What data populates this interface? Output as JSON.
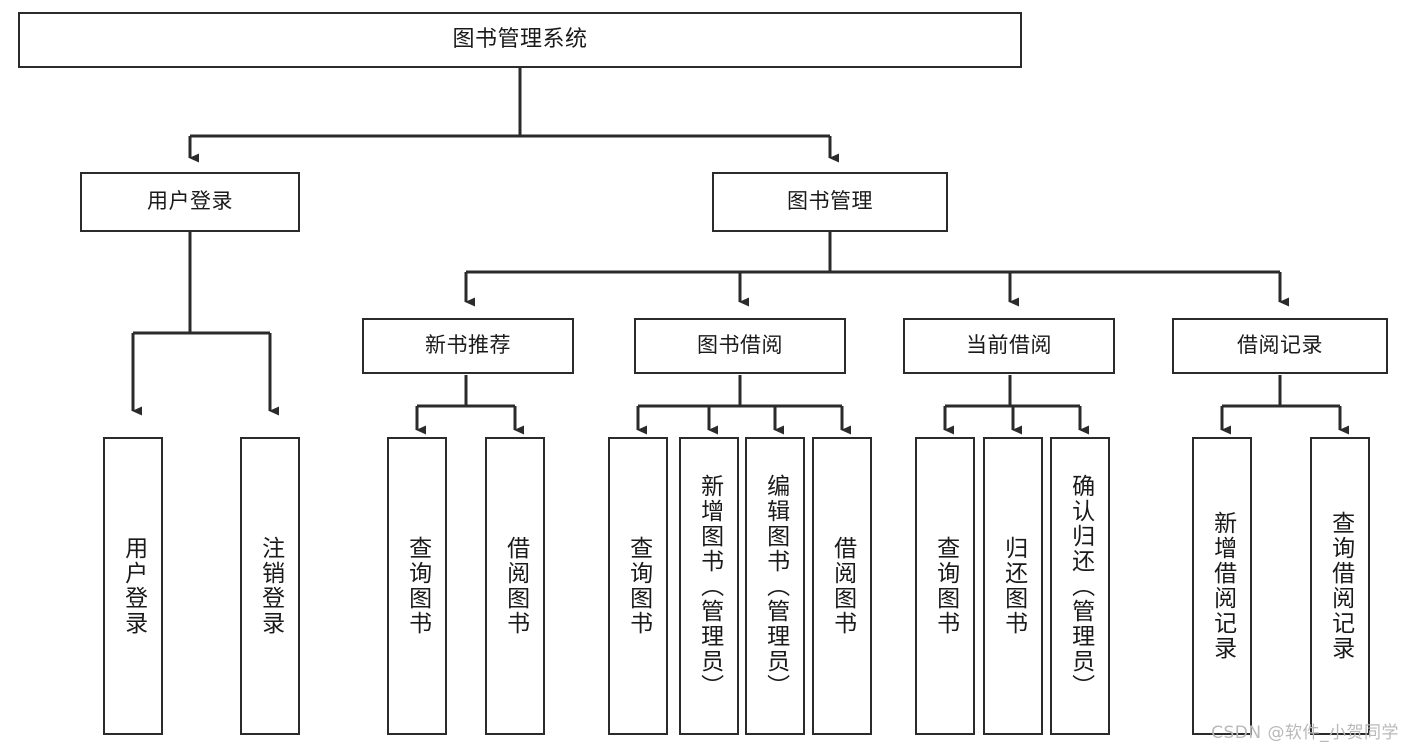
{
  "diagram": {
    "title": "图书管理系统",
    "type": "function-structure-tree",
    "root": {
      "label": "图书管理系统"
    },
    "level2": [
      {
        "label": "用户登录"
      },
      {
        "label": "图书管理"
      }
    ],
    "level3": [
      {
        "label": "新书推荐"
      },
      {
        "label": "图书借阅"
      },
      {
        "label": "当前借阅"
      },
      {
        "label": "借阅记录"
      }
    ],
    "leaves": {
      "user_login": [
        {
          "label": "用户登录"
        },
        {
          "label": "注销登录"
        }
      ],
      "new_book": [
        {
          "label": "查询图书"
        },
        {
          "label": "借阅图书"
        }
      ],
      "book_borrow": [
        {
          "label": "查询图书"
        },
        {
          "label": "新增图书（管理员）"
        },
        {
          "label": "编辑图书（管理员）"
        },
        {
          "label": "借阅图书"
        }
      ],
      "current_borrow": [
        {
          "label": "查询图书"
        },
        {
          "label": "归还图书"
        },
        {
          "label": "确认归还（管理员）"
        }
      ],
      "borrow_record": [
        {
          "label": "新增借阅记录"
        },
        {
          "label": "查询借阅记录"
        }
      ]
    }
  },
  "watermark": {
    "text": "CSDN @软件_小贺同学"
  },
  "colors": {
    "stroke": "#2b2b2b",
    "background": "#ffffff",
    "text": "#1a1a1a",
    "watermark": "#b9b9b9"
  }
}
